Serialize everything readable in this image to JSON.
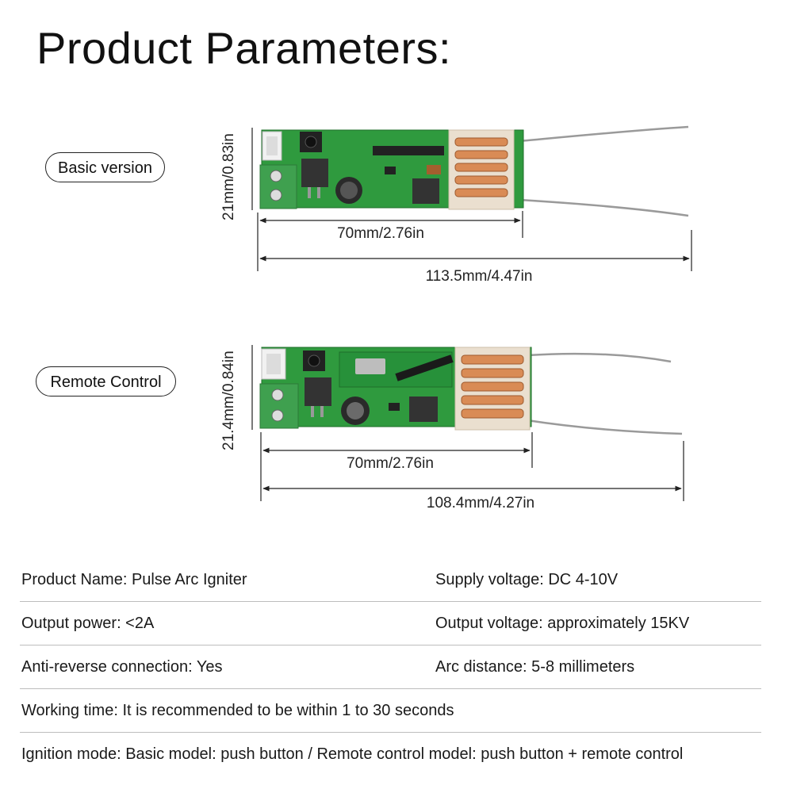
{
  "title": "Product Parameters:",
  "versions": [
    {
      "label": "Basic version",
      "height_dim": "21mm/0.83in",
      "board_length_dim": "70mm/2.76in",
      "total_length_dim": "113.5mm/4.47in"
    },
    {
      "label": "Remote Control",
      "height_dim": "21.4mm/0.84in",
      "board_length_dim": "70mm/2.76in",
      "total_length_dim": "108.4mm/4.27in"
    }
  ],
  "specs": [
    [
      "Product Name: Pulse Arc Igniter",
      "Supply voltage: DC 4-10V"
    ],
    [
      "Output power: <2A",
      "Output voltage: approximately 15KV"
    ],
    [
      "Anti-reverse connection: Yes",
      "Arc distance: 5-8 millimeters"
    ],
    [
      "Working time: It is recommended to be within 1 to 30 seconds"
    ],
    [
      "Ignition mode: Basic model: push button / Remote control model: push button + remote control"
    ]
  ],
  "colors": {
    "pcb": "#2f9a3e",
    "coil": "#d98b55",
    "terminal": "#3b9a4a",
    "line": "#222222"
  }
}
